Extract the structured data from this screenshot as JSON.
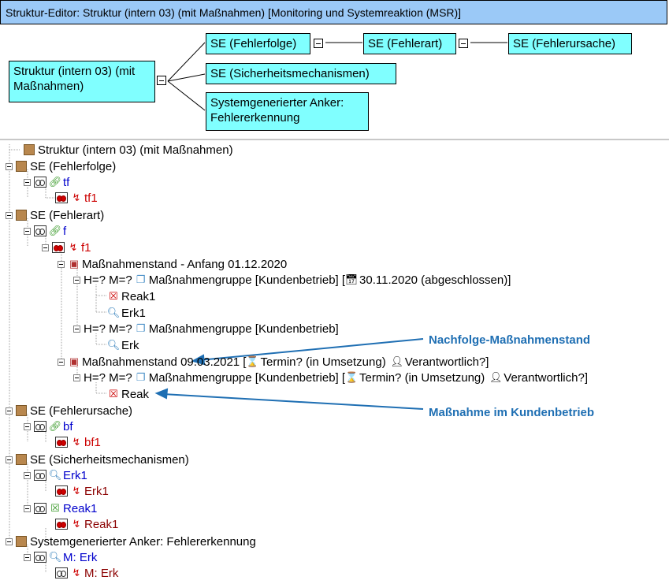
{
  "window": {
    "title": "Struktur-Editor: Struktur (intern 03) (mit Maßnahmen) [Monitoring und Systemreaktion (MSR)]"
  },
  "diagram": {
    "root": {
      "line1": "Struktur (intern 03) (mit",
      "line2": "Maßnahmen)"
    },
    "nodes": {
      "fehlerfolge": "SE (Fehlerfolge)",
      "fehlerart": "SE (Fehlerart)",
      "fehlerursache": "SE (Fehlerursache)",
      "sicherheit": "SE (Sicherheitsmechanismen)",
      "anker_line1": "Systemgenerierter Anker:",
      "anker_line2": "Fehlererkennung"
    }
  },
  "tree": {
    "r1": "Struktur (intern 03) (mit Maßnahmen)",
    "r2": "SE (Fehlerfolge)",
    "r3": "tf",
    "r4": "tf1",
    "r5": "SE (Fehlerart)",
    "r6": "f",
    "r7": "f1",
    "r8": "Maßnahmenstand - Anfang 01.12.2020",
    "r9a": "H=? M=?",
    "r9b": "Maßnahmengruppe [Kundenbetrieb] [",
    "r9c": "30.11.2020 (abgeschlossen)]",
    "r10": "Reak1",
    "r11": "Erk1",
    "r12a": "H=? M=?",
    "r12b": "Maßnahmengruppe [Kundenbetrieb]",
    "r13": "Erk",
    "r14a": "Maßnahmenstand 09.03.2021 [",
    "r14b": "Termin? (in Umsetzung)",
    "r14c": "Verantwortlich?]",
    "r15a": "H=? M=?",
    "r15b": "Maßnahmengruppe [Kundenbetrieb] [",
    "r15c": "Termin? (in Umsetzung)",
    "r15d": "Verantwortlich?]",
    "r16": "Reak",
    "r17": "SE (Fehlerursache)",
    "r18": "bf",
    "r19": "bf1",
    "r20": "SE (Sicherheitsmechanismen)",
    "r21": "Erk1",
    "r22": "Erk1",
    "r23": "Reak1",
    "r24": "Reak1",
    "r25": "Systemgenerierter Anker: Fehlererkennung",
    "r26": "M: Erk",
    "r27": "M: Erk"
  },
  "annotations": {
    "nachfolge": "Nachfolge-Maßnahmenstand",
    "massnahme": "Maßnahme im Kundenbetrieb"
  },
  "colors": {
    "title_bg": "#9bc9f7",
    "node_bg": "#80ffff",
    "annotation": "#1f6fb3",
    "se_square": "#b8874e"
  }
}
